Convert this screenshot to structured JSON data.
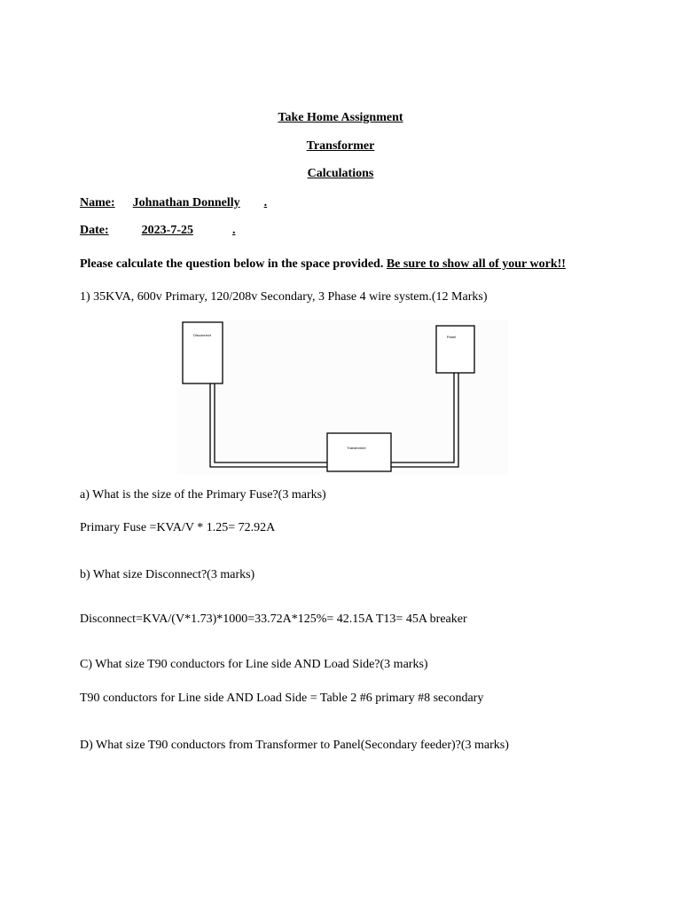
{
  "header": {
    "title1": "Take Home Assignment",
    "title2": "Transformer",
    "title3": "Calculations"
  },
  "student": {
    "name_label": "Name:",
    "name_value": "Johnathan Donnelly",
    "name_end": ".",
    "date_label": "Date:",
    "date_value": "2023-7-25",
    "date_end": "."
  },
  "instructions": {
    "text": "Please calculate the question below in the space provided.",
    "emphasis": "Be sure to show all of your work!!"
  },
  "question1": {
    "text": "1) 35KVA, 600v Primary, 120/208v Secondary, 3 Phase 4 wire system.(12 Marks)"
  },
  "diagram": {
    "disconnect_label": "Disconnect",
    "panel_label": "Panel",
    "transformer_label": "Transformer"
  },
  "parts": {
    "a_question": "a) What is the size of the Primary Fuse?(3 marks)",
    "a_answer": "Primary Fuse =KVA/V * 1.25= 72.92A",
    "b_question": "b) What size Disconnect?(3 marks)",
    "b_answer": "Disconnect=KVA/(V*1.73)*1000=33.72A*125%= 42.15A T13= 45A breaker",
    "c_question": "C) What size T90 conductors for Line side AND Load Side?(3 marks)",
    "c_answer": "T90 conductors for Line side AND Load Side = Table 2 #6 primary #8 secondary",
    "d_question": "D) What size T90 conductors from Transformer to Panel(Secondary feeder)?(3 marks)"
  }
}
